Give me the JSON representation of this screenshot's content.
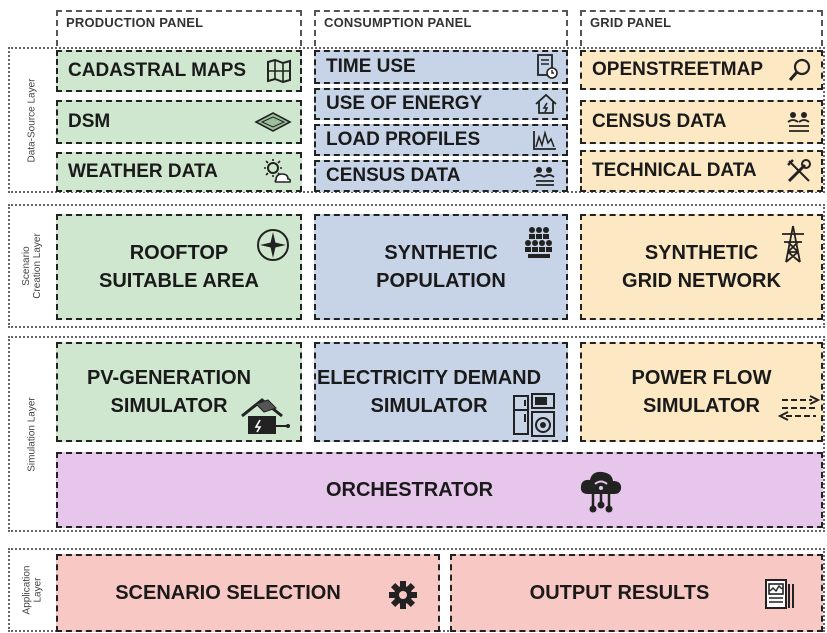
{
  "panels": {
    "production": "PRODUCTION PANEL",
    "consumption": "CONSUMPTION PANEL",
    "grid": "GRID PANEL"
  },
  "layers": {
    "data_source": "Data-Source Layer",
    "scenario_creation": [
      "Scenario",
      "Creation Layer"
    ],
    "simulation": "Simulation Layer",
    "application": [
      "Application",
      "Layer"
    ]
  },
  "data_source": {
    "production": [
      "CADASTRAL MAPS",
      "DSM",
      "WEATHER DATA"
    ],
    "consumption": [
      "TIME USE",
      "USE OF ENERGY",
      "LOAD PROFILES",
      "CENSUS DATA"
    ],
    "grid": [
      "OPENSTREETMAP",
      "CENSUS DATA",
      "TECHNICAL DATA"
    ]
  },
  "scenario": {
    "production": [
      "ROOFTOP",
      "SUITABLE AREA"
    ],
    "consumption": [
      "SYNTHETIC",
      "POPULATION"
    ],
    "grid": [
      "SYNTHETIC",
      "GRID NETWORK"
    ]
  },
  "simulation": {
    "production": [
      "PV-GENERATION",
      "SIMULATOR"
    ],
    "consumption": [
      "ELECTRICITY DEMAND",
      "SIMULATOR"
    ],
    "grid": [
      "POWER FLOW",
      "SIMULATOR"
    ],
    "orchestrator": "ORCHESTRATOR"
  },
  "application": {
    "scenario_selection": "SCENARIO SELECTION",
    "output_results": "OUTPUT RESULTS"
  },
  "colors": {
    "production": "#cfe7cf",
    "consumption": "#c7d3e6",
    "grid": "#fde8c4",
    "orchestrator": "#e6c6ea",
    "application": "#f8c9c4"
  }
}
